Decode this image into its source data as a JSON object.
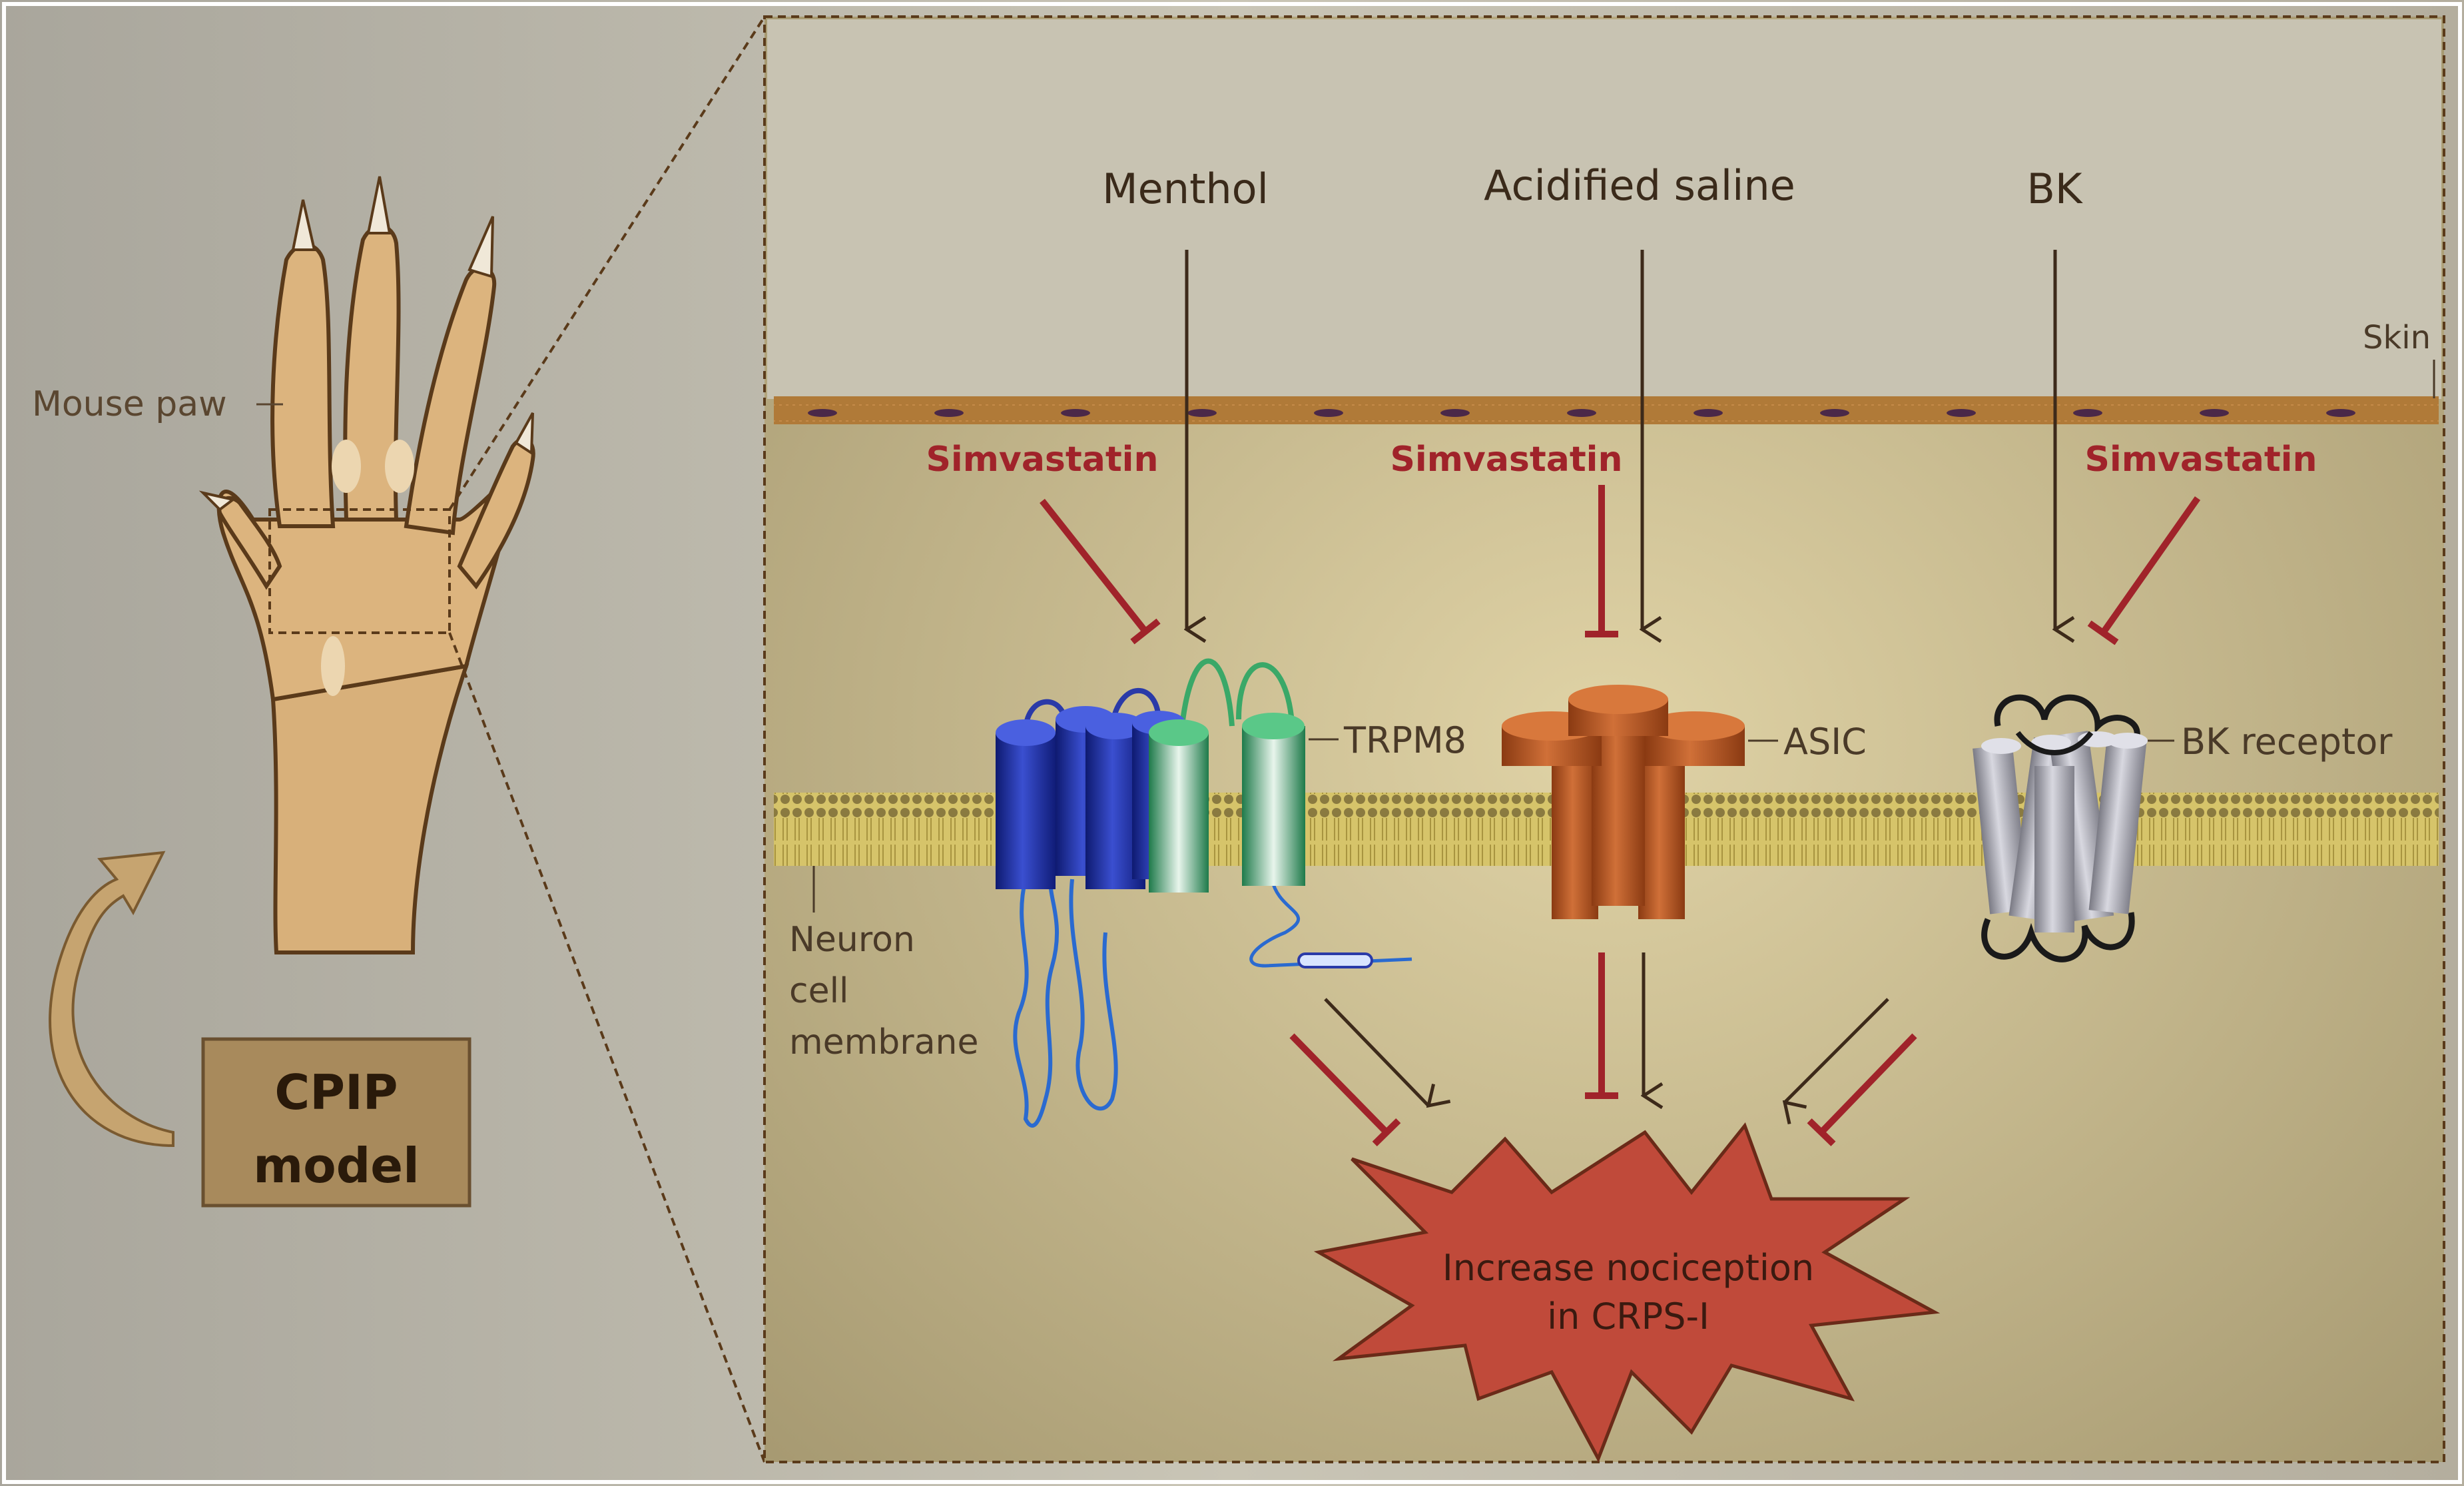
{
  "labels": {
    "mouse_paw": "Mouse paw",
    "cpip_line1": "CPIP",
    "cpip_line2": "model",
    "menthol": "Menthol",
    "acidified_saline": "Acidified saline",
    "bk": "BK",
    "skin": "Skin",
    "simvastatin_left": "Simvastatin",
    "simvastatin_mid": "Simvastatin",
    "simvastatin_right": "Simvastatin",
    "trpm8": "TRPM8",
    "asic": "ASIC",
    "bk_receptor": "BK receptor",
    "neuron_line1": "Neuron",
    "neuron_line2": "cell",
    "neuron_line3": "membrane",
    "outcome_line1": "Increase nociception",
    "outcome_line2": "in CRPS-I"
  },
  "colors": {
    "inhibit_red": "#a0232a",
    "activate_brown": "#3d2a1a",
    "label_text": "#4a3a28",
    "star_fill": "#c04a3a",
    "asic_orange": "#b85a28",
    "trpm8_blue": "#2a3aa8",
    "trpm8_green": "#3aa868",
    "bk_receptor_gray": "#b8b8c0"
  }
}
